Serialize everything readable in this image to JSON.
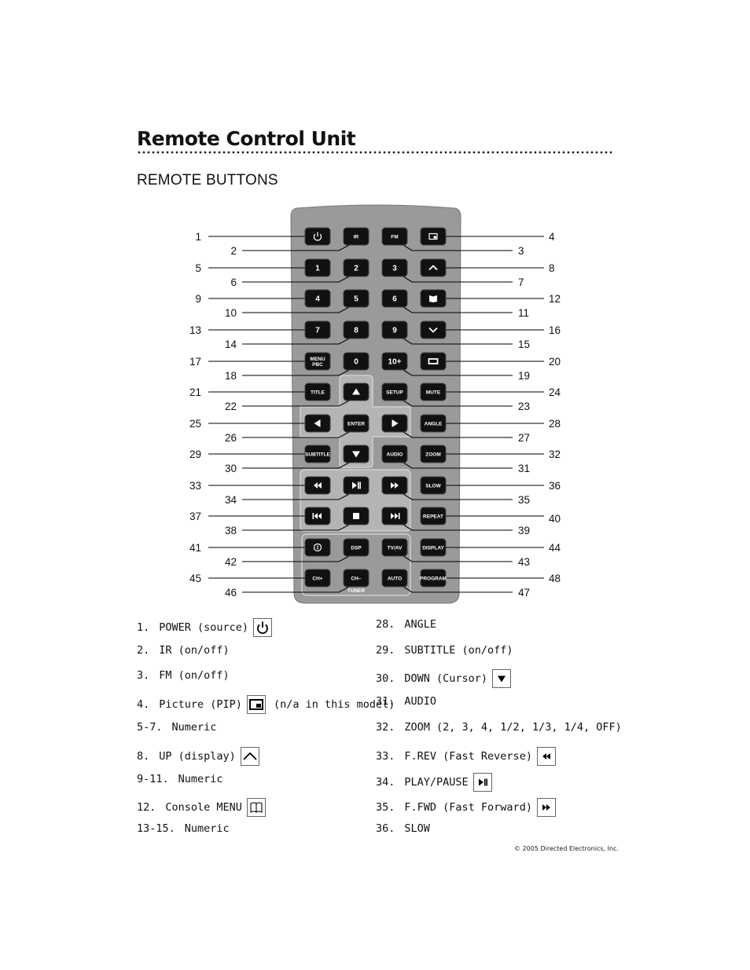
{
  "page": {
    "title": "Remote Control Unit",
    "subtitle": "REMOTE BUTTONS",
    "copyright": "© 2005 Directed Electronics, Inc."
  },
  "remote": {
    "buttons": [
      {
        "id": 1,
        "label": "",
        "icon": "power-icon"
      },
      {
        "id": 2,
        "label": "IR"
      },
      {
        "id": 3,
        "label": "FM"
      },
      {
        "id": 4,
        "label": "",
        "icon": "pip-icon"
      },
      {
        "id": 5,
        "label": "1"
      },
      {
        "id": 6,
        "label": "2"
      },
      {
        "id": 7,
        "label": "3"
      },
      {
        "id": 8,
        "label": "",
        "icon": "caret-up-icon"
      },
      {
        "id": 9,
        "label": "4"
      },
      {
        "id": 10,
        "label": "5"
      },
      {
        "id": 11,
        "label": "6"
      },
      {
        "id": 12,
        "label": "",
        "icon": "book-icon"
      },
      {
        "id": 13,
        "label": "7"
      },
      {
        "id": 14,
        "label": "8"
      },
      {
        "id": 15,
        "label": "9"
      },
      {
        "id": 16,
        "label": "",
        "icon": "caret-down-icon"
      },
      {
        "id": 17,
        "label": "MENU PBC"
      },
      {
        "id": 18,
        "label": "0"
      },
      {
        "id": 19,
        "label": "10+"
      },
      {
        "id": 20,
        "label": "",
        "icon": "screen-icon"
      },
      {
        "id": 21,
        "label": "TITLE"
      },
      {
        "id": 22,
        "label": "",
        "icon": "arrow-up-icon"
      },
      {
        "id": 23,
        "label": "SETUP"
      },
      {
        "id": 24,
        "label": "MUTE"
      },
      {
        "id": 25,
        "label": "",
        "icon": "arrow-left-icon"
      },
      {
        "id": 26,
        "label": "ENTER"
      },
      {
        "id": 27,
        "label": "",
        "icon": "arrow-right-icon"
      },
      {
        "id": 28,
        "label": "ANGLE"
      },
      {
        "id": 29,
        "label": "SUBTITLE"
      },
      {
        "id": 30,
        "label": "",
        "icon": "arrow-down-icon"
      },
      {
        "id": 31,
        "label": "AUDIO"
      },
      {
        "id": 32,
        "label": "ZOOM"
      },
      {
        "id": 33,
        "label": "",
        "icon": "rewind-icon"
      },
      {
        "id": 34,
        "label": "",
        "icon": "play-pause-icon"
      },
      {
        "id": 35,
        "label": "",
        "icon": "fast-forward-icon"
      },
      {
        "id": 36,
        "label": "SLOW"
      },
      {
        "id": 37,
        "label": "",
        "icon": "skip-back-icon"
      },
      {
        "id": 38,
        "label": "",
        "icon": "stop-icon"
      },
      {
        "id": 39,
        "label": "",
        "icon": "skip-forward-icon"
      },
      {
        "id": 40,
        "label": "REPEAT"
      },
      {
        "id": 41,
        "label": "",
        "icon": "info-icon"
      },
      {
        "id": 42,
        "label": "DSP"
      },
      {
        "id": 43,
        "label": "TV/AV"
      },
      {
        "id": 44,
        "label": "DISPLAY"
      },
      {
        "id": 45,
        "label": "CH+"
      },
      {
        "id": 46,
        "label": "CH–"
      },
      {
        "id": 47,
        "label": "AUTO"
      },
      {
        "id": 48,
        "label": "PROGRAM"
      }
    ],
    "tuner_label": "TUNER"
  },
  "list_left": [
    {
      "num": "1.",
      "text": "POWER (source)",
      "icon": "power-icon"
    },
    {
      "num": "2.",
      "text": "IR (on/off)"
    },
    {
      "num": "3.",
      "text": "FM (on/off)"
    },
    {
      "num": "4.",
      "text": "Picture (PIP)",
      "icon": "pip-icon",
      "note": "(n/a in this model)"
    },
    {
      "num": "5-7.",
      "text": "Numeric"
    },
    {
      "num": "8.",
      "text": "UP (display)",
      "icon": "caret-up-icon"
    },
    {
      "num": "9-11.",
      "text": "Numeric"
    },
    {
      "num": "12.",
      "text": "Console MENU",
      "icon": "book-icon"
    },
    {
      "num": "13-15.",
      "text": "Numeric"
    }
  ],
  "list_right": [
    {
      "num": "28.",
      "text": "ANGLE"
    },
    {
      "num": "29.",
      "text": "SUBTITLE (on/off)"
    },
    {
      "num": "30.",
      "text": "DOWN (Cursor)",
      "icon": "arrow-down-icon"
    },
    {
      "num": "31.",
      "text": "AUDIO"
    },
    {
      "num": "32.",
      "text": "ZOOM (2, 3, 4, 1/2, 1/3, 1/4, OFF)"
    },
    {
      "num": "33.",
      "text": "F.REV (Fast Reverse)",
      "icon": "rewind-icon"
    },
    {
      "num": "34.",
      "text": "PLAY/PAUSE",
      "icon": "play-pause-icon"
    },
    {
      "num": "35.",
      "text": "F.FWD (Fast Forward)",
      "icon": "fast-forward-icon"
    },
    {
      "num": "36.",
      "text": "SLOW"
    }
  ]
}
